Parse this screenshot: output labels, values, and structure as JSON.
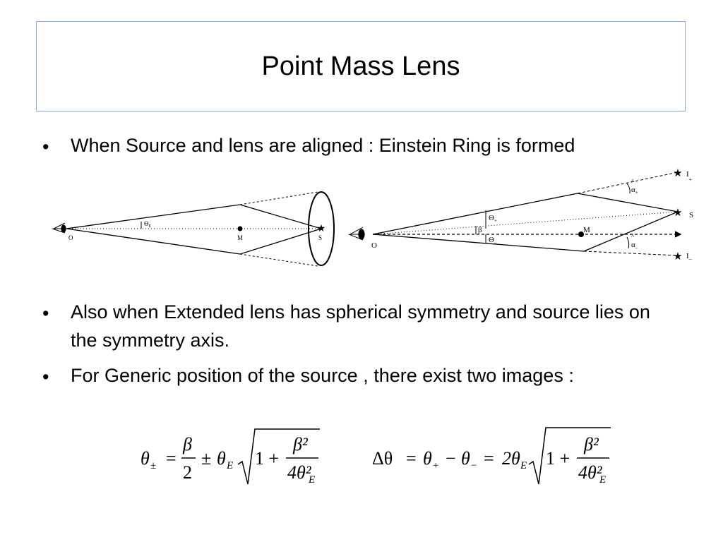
{
  "slide": {
    "title": "Point Mass Lens",
    "bullets": [
      "When Source and lens are aligned :  Einstein Ring is formed",
      "Also when Extended lens has spherical symmetry and source lies on the symmetry axis.",
      "For Generic position of the source , there exist two images :"
    ],
    "bullet_symbol": "•"
  },
  "diagram_left": {
    "observer": "O",
    "lens": "M",
    "source": "S",
    "angle": "Θ",
    "angle_sub": "E"
  },
  "diagram_right": {
    "observer": "O",
    "lens": "M",
    "source": "S",
    "image_plus": "I",
    "image_plus_sub": "+",
    "image_minus": "I",
    "image_minus_sub": "–",
    "theta": "Θ",
    "theta_plus_sub": "+",
    "theta_minus_sub": "–",
    "beta": "β",
    "alpha": "α",
    "alpha_plus_sub": "+",
    "alpha_minus_sub": "–"
  },
  "equations": {
    "eq1": {
      "lhs_theta": "θ",
      "lhs_sub": "±",
      "equals": "=",
      "frac_num": "β",
      "frac_den": "2",
      "pm": "±",
      "theta": "θ",
      "sub_E": "E",
      "one_plus": "1 +",
      "inner_num": "β²",
      "inner_den": "4θ²",
      "inner_den_sub": "E"
    },
    "eq2": {
      "delta_theta": "Δθ",
      "equals": "=",
      "theta": "θ",
      "plus_sub": "+",
      "minus": "−",
      "minus_sub": "−",
      "two_theta": "2θ",
      "sub_E": "E",
      "one_plus": "1 +",
      "inner_num": "β²",
      "inner_den": "4θ²",
      "inner_den_sub": "E"
    }
  }
}
